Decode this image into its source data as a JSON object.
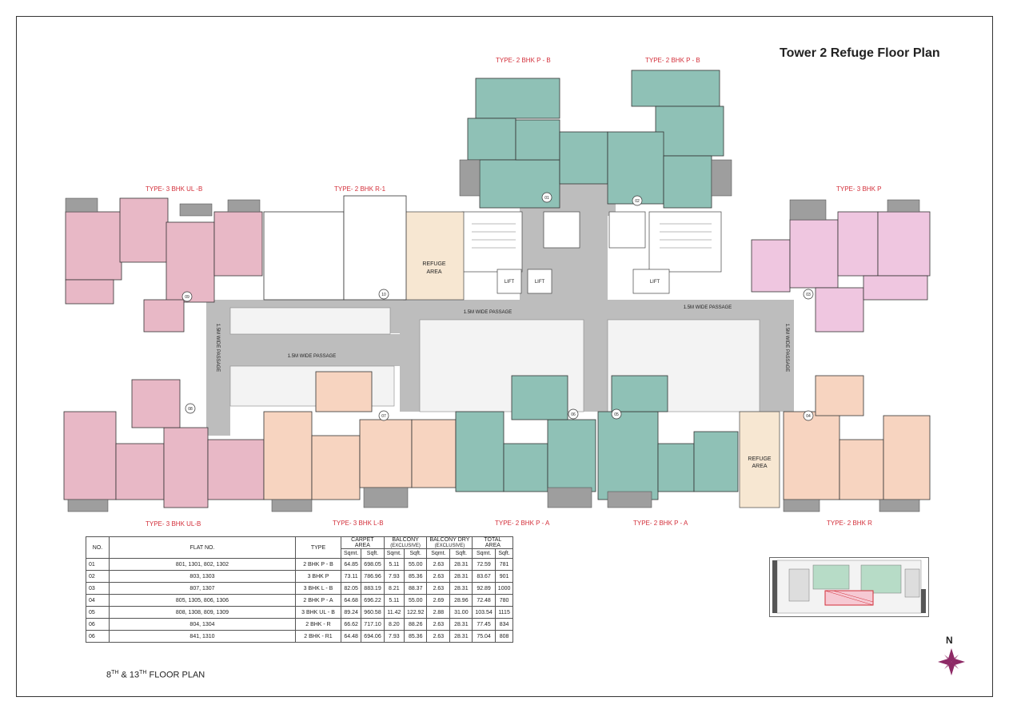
{
  "title": "Tower 2 Refuge Floor Plan",
  "floor_note": {
    "prefix_a": "8",
    "sup_a": "TH",
    "mid": " & 13",
    "sup_b": "TH",
    "suffix": " FLOOR PLAN"
  },
  "type_labels": {
    "top_left_1": "TYPE- 2 BHK  P - B",
    "top_right_1": "TYPE- 2 BHK  P - B",
    "left_upper_a": "TYPE- 3 BHK UL -B",
    "left_upper_b": "TYPE- 2 BHK R-1",
    "right_upper": "TYPE- 3 BHK P",
    "bottom_a": "TYPE- 3 BHK UL-B",
    "bottom_b": "TYPE- 3 BHK L-B",
    "bottom_c": "TYPE- 2 BHK  P - A",
    "bottom_d": "TYPE- 2 BHK  P - A",
    "bottom_e": "TYPE- 2 BHK R"
  },
  "plan_labels": {
    "refuge_top": "REFUGE",
    "refuge_top_2": "AREA",
    "refuge_bottom": "REFUGE",
    "refuge_bottom_2": "AREA",
    "lift": "LIFT",
    "passage": "1.5M WIDE PASSAGE",
    "flat_numbers": [
      "01",
      "02",
      "03",
      "04",
      "05",
      "06",
      "07",
      "08",
      "09",
      "10"
    ]
  },
  "colors": {
    "teal": "#8fc1b6",
    "pink": "#e8b8c6",
    "lavender": "#efc6e0",
    "peach": "#f7d4c0",
    "passage_grey": "#bdbdbd",
    "refuge": "#f7e7d2",
    "label_red": "#d32f3a",
    "north_star": "#8e2a66"
  },
  "table": {
    "headers": {
      "no": "NO.",
      "flat_no": "FLAT NO.",
      "type": "TYPE",
      "carpet": "CARPET",
      "carpet_2": "AREA",
      "balcony": "BALCONY",
      "balcony_2": "(EXCLUSIVE)",
      "balcony_dry": "BALCONY DRY",
      "balcony_dry_2": "(EXCLUSIVE)",
      "total": "TOTAL",
      "total_2": "AREA",
      "sqmt": "Sqmt.",
      "sqft": "Sqft."
    },
    "rows": [
      [
        "01",
        "801, 1301, 802, 1302",
        "2 BHK P - B",
        "64.85",
        "698.05",
        "5.11",
        "55.00",
        "2.63",
        "28.31",
        "72.59",
        "781"
      ],
      [
        "02",
        "803, 1303",
        "3 BHK P",
        "73.11",
        "786.96",
        "7.93",
        "85.36",
        "2.63",
        "28.31",
        "83.67",
        "901"
      ],
      [
        "03",
        "807, 1307",
        "3 BHK L - B",
        "82.05",
        "883.19",
        "8.21",
        "88.37",
        "2.63",
        "28.31",
        "92.89",
        "1000"
      ],
      [
        "04",
        "805, 1305, 806, 1306",
        "2 BHK P - A",
        "64.68",
        "696.22",
        "5.11",
        "55.00",
        "2.69",
        "28.96",
        "72.48",
        "780"
      ],
      [
        "05",
        "808, 1308, 809, 1309",
        "3 BHK UL - B",
        "89.24",
        "960.58",
        "11.42",
        "122.92",
        "2.88",
        "31.00",
        "103.54",
        "1115"
      ],
      [
        "06",
        "804, 1304",
        "2 BHK - R",
        "66.62",
        "717.10",
        "8.20",
        "88.26",
        "2.63",
        "28.31",
        "77.45",
        "834"
      ],
      [
        "06",
        "841, 1310",
        "2 BHK - R1",
        "64.48",
        "694.06",
        "7.93",
        "85.36",
        "2.63",
        "28.31",
        "75.04",
        "808"
      ]
    ]
  },
  "north": {
    "label": "N"
  }
}
